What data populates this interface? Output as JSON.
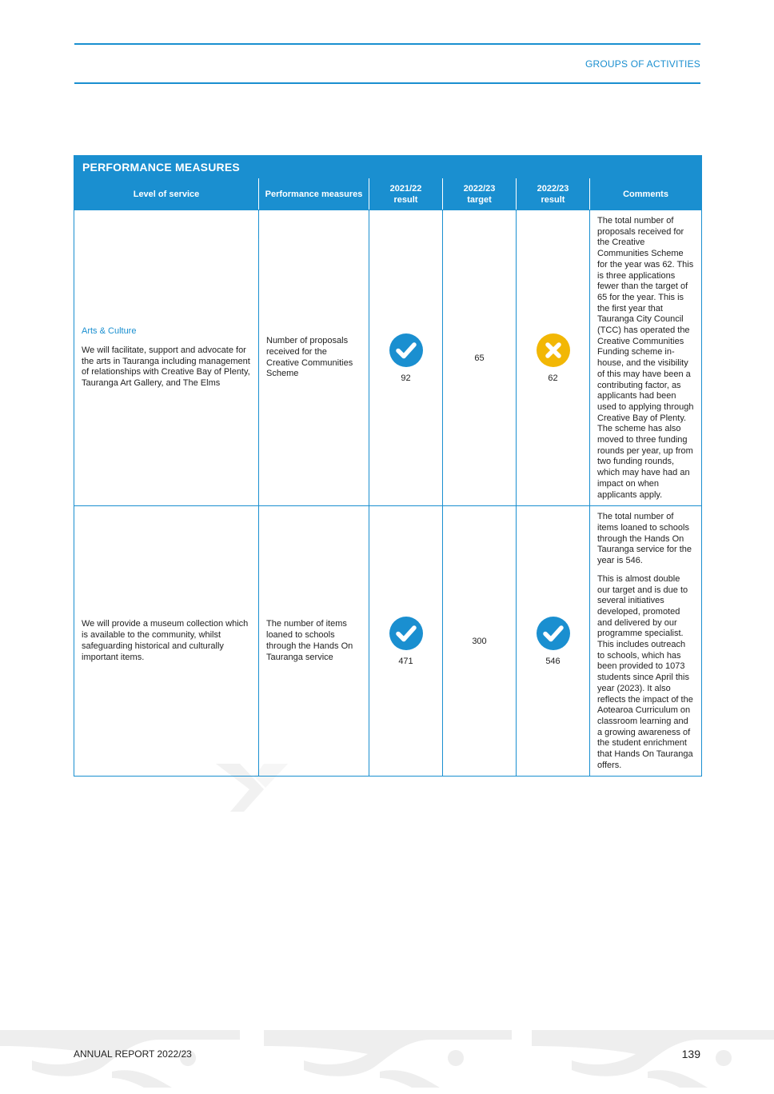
{
  "header": {
    "section_label": "GROUPS OF ACTIVITIES"
  },
  "table": {
    "title": "PERFORMANCE MEASURES",
    "columns": {
      "level_of_service": "Level of service",
      "performance_measures": "Performance measures",
      "result_2122": "2021/22 result",
      "target_2223": "2022/23 target",
      "result_2223": "2022/23 result",
      "comments": "Comments"
    },
    "rows": [
      {
        "category": "Arts & Culture",
        "level_of_service": "We will facilitate, support and advocate for the arts in Tauranga including management of relationships with Creative Bay of Plenty, Tauranga Art Gallery, and The Elms",
        "measure": "Number of proposals received for the Creative Communities Scheme",
        "result_2122": "92",
        "result_2122_status": "achieved",
        "target_2223": "65",
        "result_2223": "62",
        "result_2223_status": "not-achieved",
        "comments": [
          "The total number of proposals received for the Creative Communities Scheme for the year was 62. This is three applications fewer than the target of 65 for the year. This is the first year that Tauranga City Council (TCC) has operated the Creative Communities Funding scheme in-house, and the visibility of this may have been a contributing factor, as applicants had been used to applying through Creative Bay of Plenty. The scheme has also moved to three funding rounds per year, up from two funding rounds, which may have had an impact on when applicants apply."
        ]
      },
      {
        "category": "",
        "level_of_service": "We will provide a museum collection which is available to the community, whilst safeguarding historical and culturally important items.",
        "measure": "The number of items loaned to schools through the Hands On Tauranga service",
        "result_2122": "471",
        "result_2122_status": "achieved",
        "target_2223": "300",
        "result_2223": "546",
        "result_2223_status": "achieved",
        "comments": [
          "The total number of items loaned to schools through the Hands On Tauranga service for the year is 546.",
          "This is almost double our target and is due to several initiatives developed, promoted and delivered by our programme specialist. This includes outreach to schools, which has been provided to 1073 students since April this year (2023). It also reflects the impact of the Aotearoa Curriculum on classroom learning and a growing awareness of the student enrichment that Hands On Tauranga offers."
        ]
      }
    ]
  },
  "footer": {
    "report_label": "ANNUAL REPORT 2022/23",
    "page_number": "139"
  },
  "colors": {
    "accent": "#1a8fd0",
    "achieved": "#1a8fd0",
    "not_achieved": "#f2b705"
  }
}
